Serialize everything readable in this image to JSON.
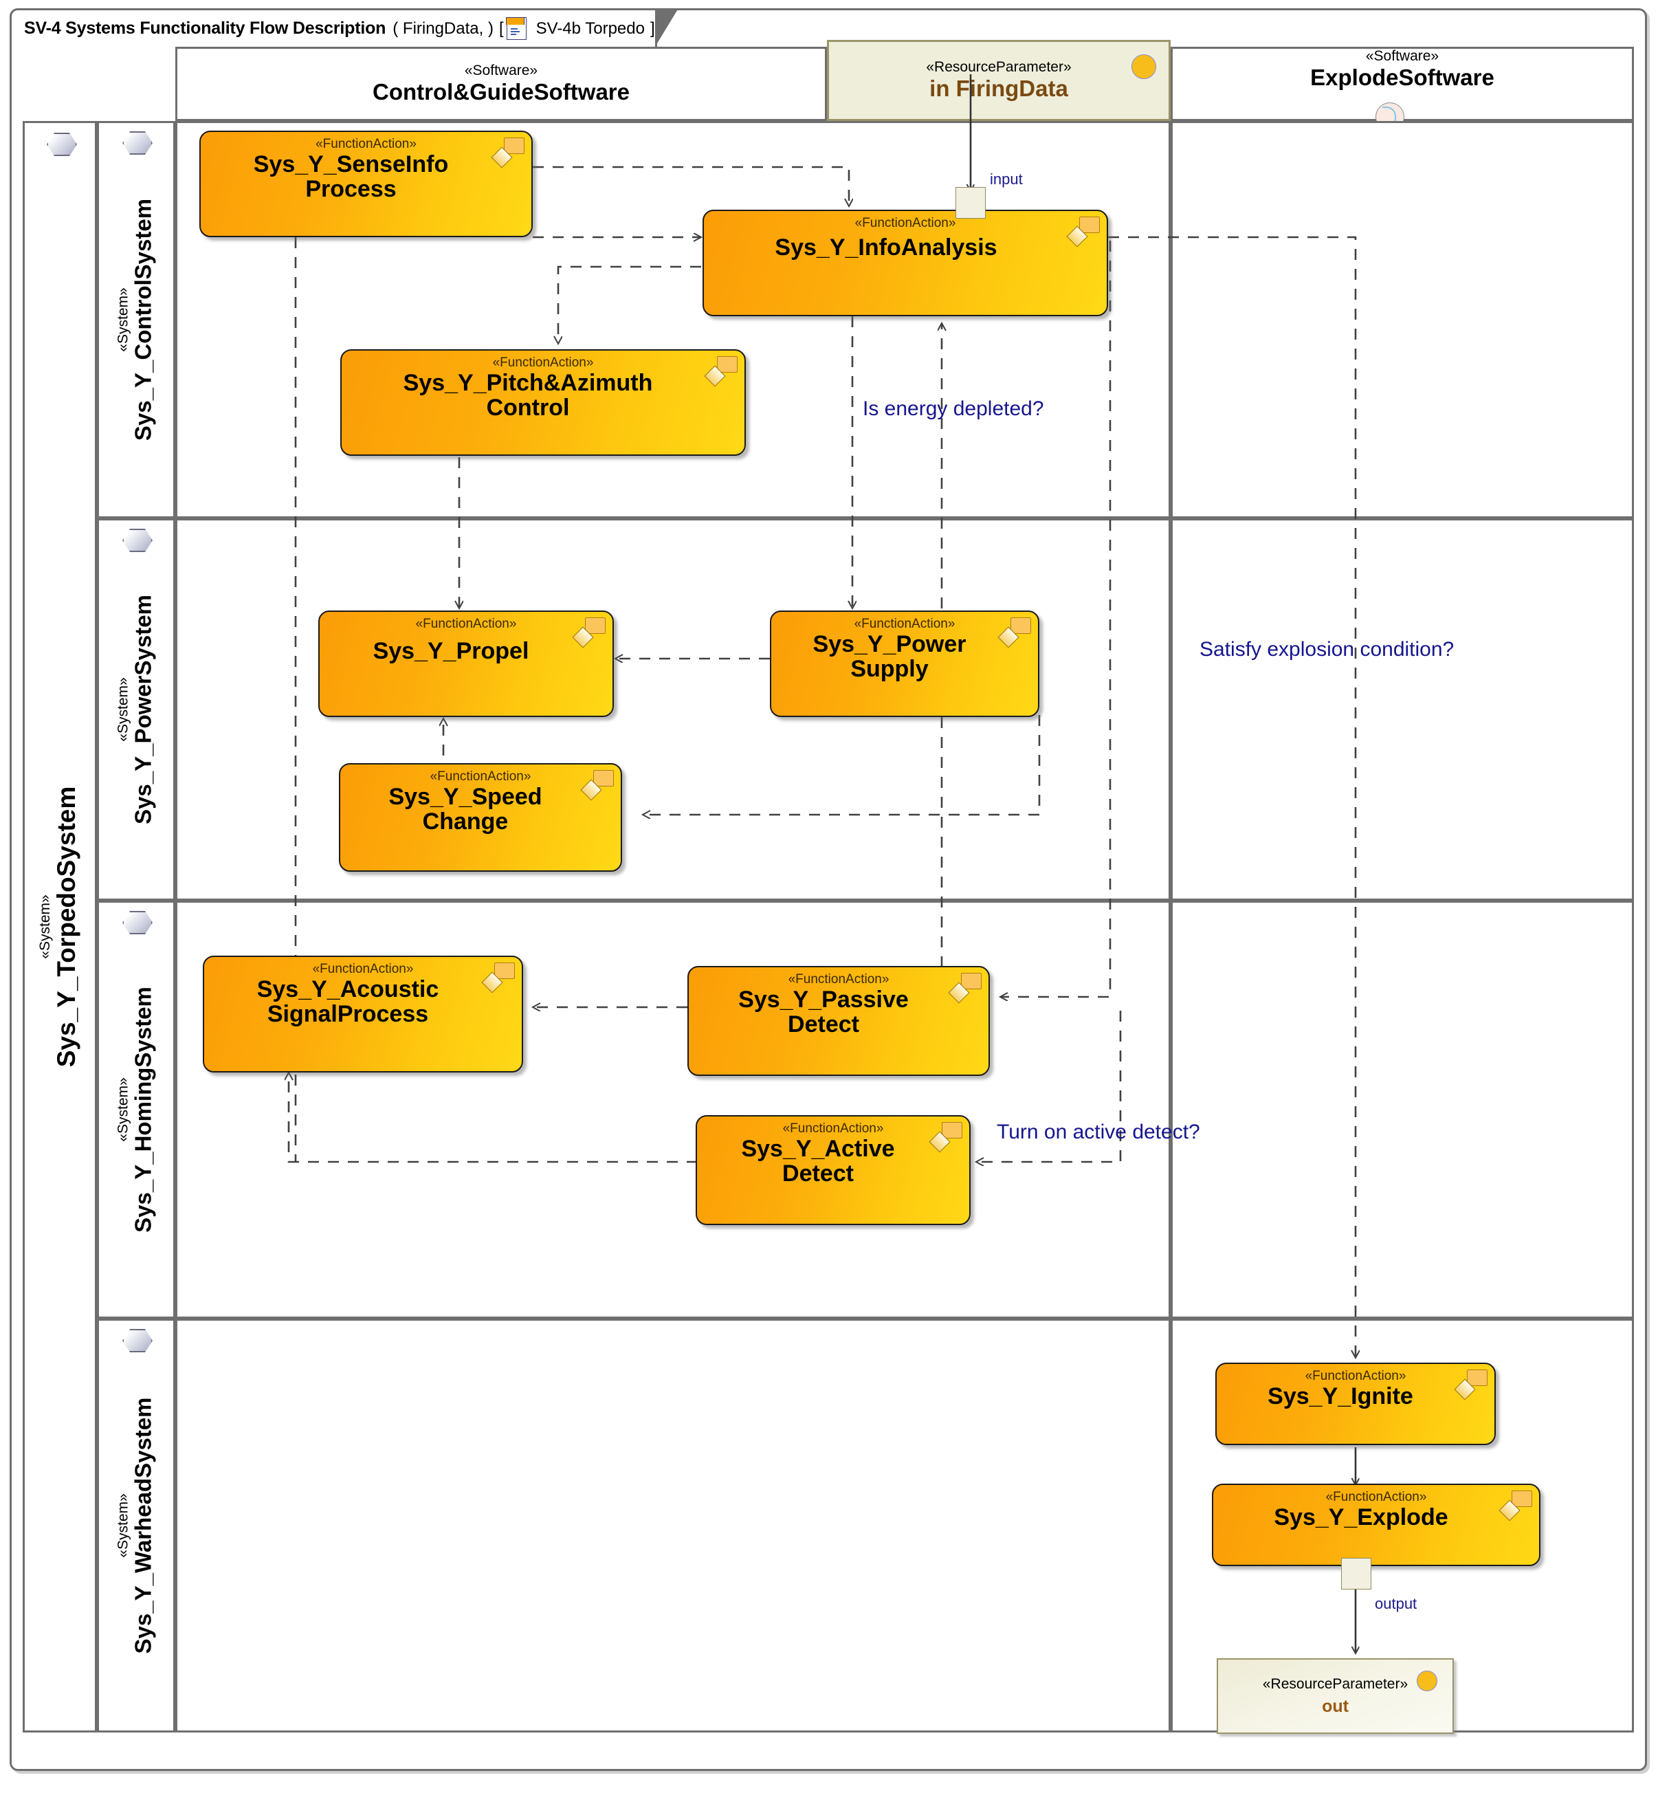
{
  "frame": {
    "title": "SV-4 Systems Functionality Flow Description",
    "parameters": "( FiringData, )",
    "bracket_open": "[",
    "reference": "SV-4b Torpedo",
    "bracket_close": "]",
    "doc_icon": "diagram-reference-icon"
  },
  "columns": [
    {
      "id": "control-guide-software",
      "stereotype": "«Software»",
      "name": "Control&GuideSoftware",
      "badge": "none"
    },
    {
      "id": "in-firing-data",
      "stereotype": "«ResourceParameter»",
      "name": "in FiringData",
      "badge": "provided-interface-ball-icon"
    },
    {
      "id": "explode-software",
      "stereotype": "«Software»",
      "name": "ExplodeSoftware",
      "badge": "required-interface-socket-icon"
    }
  ],
  "outer_partition": {
    "stereotype": "«System»",
    "name": "Sys_Y_TorpedoSystem",
    "icon": "system-hexagon-icon"
  },
  "lanes": [
    {
      "id": "control-system",
      "stereotype": "«System»",
      "name": "Sys_Y_ControlSystem",
      "icon": "system-hexagon-icon"
    },
    {
      "id": "power-system",
      "stereotype": "«System»",
      "name": "Sys_Y_PowerSystem",
      "icon": "system-hexagon-icon"
    },
    {
      "id": "homing-system",
      "stereotype": "«System»",
      "name": "Sys_Y_HomingSystem",
      "icon": "system-hexagon-icon"
    },
    {
      "id": "warhead-system",
      "stereotype": "«System»",
      "name": "Sys_Y_WarheadSystem",
      "icon": "system-hexagon-icon"
    }
  ],
  "actions": [
    {
      "id": "sense-info-process",
      "stereotype": "«FunctionAction»",
      "name": "Sys_Y_SenseInfo\nProcess",
      "lane": "control-system"
    },
    {
      "id": "info-analysis",
      "stereotype": "«FunctionAction»",
      "name": "Sys_Y_InfoAnalysis",
      "lane": "control-system"
    },
    {
      "id": "pitch-azimuth-control",
      "stereotype": "«FunctionAction»",
      "name": "Sys_Y_Pitch&Azimuth\nControl",
      "lane": "control-system"
    },
    {
      "id": "propel",
      "stereotype": "«FunctionAction»",
      "name": "Sys_Y_Propel",
      "lane": "power-system"
    },
    {
      "id": "power-supply",
      "stereotype": "«FunctionAction»",
      "name": "Sys_Y_Power\nSupply",
      "lane": "power-system"
    },
    {
      "id": "speed-change",
      "stereotype": "«FunctionAction»",
      "name": "Sys_Y_Speed\nChange",
      "lane": "power-system"
    },
    {
      "id": "acoustic-signal-process",
      "stereotype": "«FunctionAction»",
      "name": "Sys_Y_Acoustic\nSignalProcess",
      "lane": "homing-system"
    },
    {
      "id": "passive-detect",
      "stereotype": "«FunctionAction»",
      "name": "Sys_Y_Passive\nDetect",
      "lane": "homing-system"
    },
    {
      "id": "active-detect",
      "stereotype": "«FunctionAction»",
      "name": "Sys_Y_Active\nDetect",
      "lane": "homing-system"
    },
    {
      "id": "ignite",
      "stereotype": "«FunctionAction»",
      "name": "Sys_Y_Ignite",
      "lane": "warhead-system"
    },
    {
      "id": "explode",
      "stereotype": "«FunctionAction»",
      "name": "Sys_Y_Explode",
      "lane": "warhead-system"
    }
  ],
  "pins": [
    {
      "id": "input-pin",
      "label": "input",
      "target": "info-analysis"
    },
    {
      "id": "output-pin",
      "label": "output",
      "source": "explode"
    }
  ],
  "object_nodes": [
    {
      "id": "out-parameter",
      "stereotype": "«ResourceParameter»",
      "name": "out",
      "badge": "provided-interface-ball-icon"
    }
  ],
  "guards": [
    {
      "id": "guard-energy",
      "text": "Is energy depleted?"
    },
    {
      "id": "guard-explosion",
      "text": "Satisfy explosion condition?"
    },
    {
      "id": "guard-active-detect",
      "text": "Turn on active detect?"
    }
  ],
  "colors": {
    "action_fill_start": "#fb9d07",
    "action_fill_end": "#ffd916",
    "parameter_fill": "#efeedb",
    "frame_border": "#6f6f6f",
    "guard_text": "#15158e",
    "pin_label_text": "#1a1a8c",
    "parameter_name_text": "#7a4a12",
    "ball_icon": "#f7bd1b"
  }
}
